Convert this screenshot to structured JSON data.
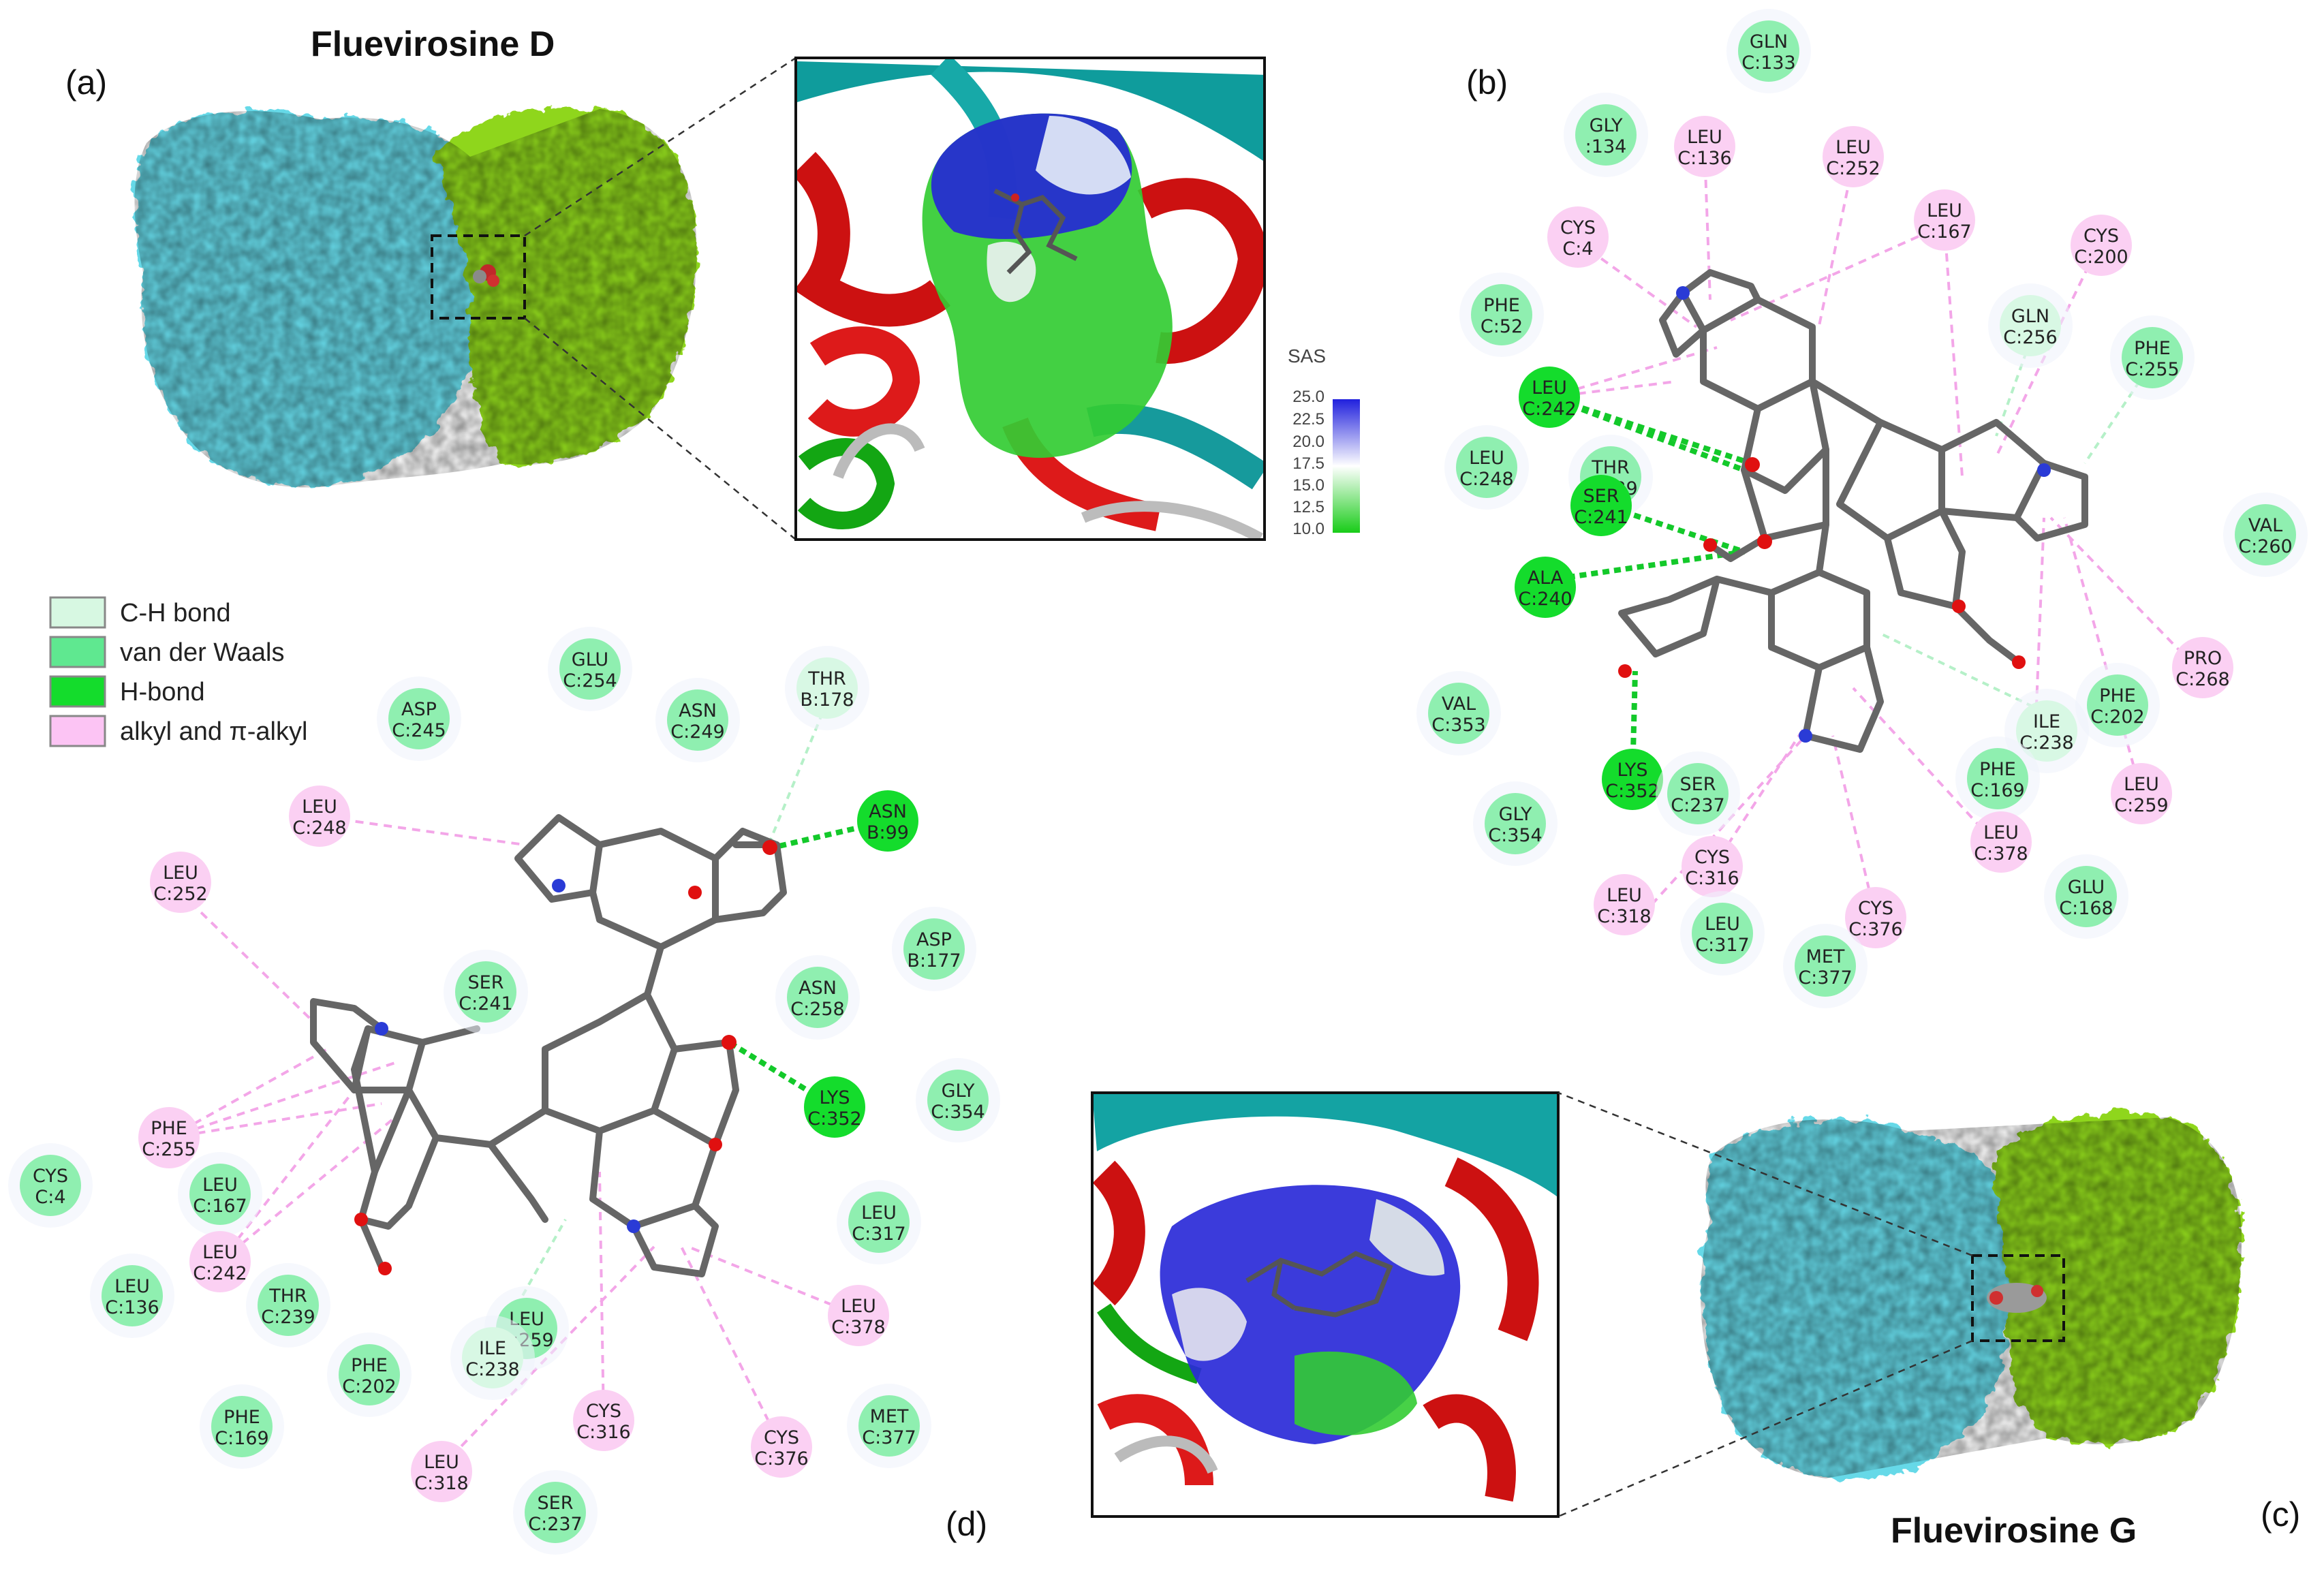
{
  "titles": {
    "top": "Fluevirosine D",
    "bottom": "Fluevirosine G"
  },
  "panel_labels": {
    "a": "(a)",
    "b": "(b)",
    "c": "(c)",
    "d": "(d)"
  },
  "legend": [
    {
      "label": "C-H bond",
      "color": "#d7f8e2"
    },
    {
      "label": "van der Waals",
      "color": "#5fe890"
    },
    {
      "label": "H-bond",
      "color": "#14dc2c"
    },
    {
      "label": "alkyl and π-alkyl",
      "color": "#fcc4f4"
    }
  ],
  "sas_scale": {
    "title": "SAS",
    "ticks": [
      "25.0",
      "22.5",
      "20.0",
      "17.5",
      "15.0",
      "12.5",
      "10.0"
    ],
    "colors": {
      "high": "#2020dd",
      "mid": "#ffffff",
      "low": "#18cc18"
    }
  },
  "interaction_colors": {
    "vdw": "#8fefb0",
    "hbond": "#14dc2c",
    "ch": "#d8f8e4",
    "alkyl": "#fbd0f3",
    "line_alkyl": "#f3a6e8",
    "line_hbond": "#13c92a",
    "line_ch": "#b5f0c8"
  },
  "protein_colors": {
    "chainA": "#66d9e8",
    "chainB": "#8fd61c"
  },
  "panel_b_residues": [
    {
      "l1": "GLN",
      "l2": "C:133",
      "type": "vdw"
    },
    {
      "l1": "GLY",
      "l2": ":134",
      "type": "vdw"
    },
    {
      "l1": "LEU",
      "l2": "C:136",
      "type": "alkyl"
    },
    {
      "l1": "LEU",
      "l2": "C:252",
      "type": "alkyl"
    },
    {
      "l1": "CYS",
      "l2": "C:4",
      "type": "alkyl"
    },
    {
      "l1": "LEU",
      "l2": "C:167",
      "type": "alkyl"
    },
    {
      "l1": "CYS",
      "l2": "C:200",
      "type": "alkyl"
    },
    {
      "l1": "PHE",
      "l2": "C:52",
      "type": "vdw"
    },
    {
      "l1": "GLN",
      "l2": "C:256",
      "type": "ch"
    },
    {
      "l1": "PHE",
      "l2": "C:255",
      "type": "vdw"
    },
    {
      "l1": "LEU",
      "l2": "C:242",
      "type": "hbond"
    },
    {
      "l1": "LEU",
      "l2": "C:248",
      "type": "vdw"
    },
    {
      "l1": "THR",
      "l2": "C:239",
      "type": "vdw"
    },
    {
      "l1": "SER",
      "l2": "C:241",
      "type": "hbond"
    },
    {
      "l1": "ALA",
      "l2": "C:240",
      "type": "hbond"
    },
    {
      "l1": "VAL",
      "l2": "C:260",
      "type": "vdw"
    },
    {
      "l1": "PRO",
      "l2": "C:268",
      "type": "alkyl"
    },
    {
      "l1": "VAL",
      "l2": "C:353",
      "type": "vdw"
    },
    {
      "l1": "ILE",
      "l2": "C:238",
      "type": "ch"
    },
    {
      "l1": "PHE",
      "l2": "C:202",
      "type": "vdw"
    },
    {
      "l1": "LYS",
      "l2": "C:352",
      "type": "hbond"
    },
    {
      "l1": "SER",
      "l2": "C:237",
      "type": "vdw"
    },
    {
      "l1": "PHE",
      "l2": "C:169",
      "type": "vdw"
    },
    {
      "l1": "LEU",
      "l2": "C:259",
      "type": "alkyl"
    },
    {
      "l1": "GLY",
      "l2": "C:354",
      "type": "vdw"
    },
    {
      "l1": "LEU",
      "l2": "C:378",
      "type": "alkyl"
    },
    {
      "l1": "CYS",
      "l2": "C:316",
      "type": "alkyl"
    },
    {
      "l1": "GLU",
      "l2": "C:168",
      "type": "vdw"
    },
    {
      "l1": "LEU",
      "l2": "C:318",
      "type": "alkyl"
    },
    {
      "l1": "CYS",
      "l2": "C:376",
      "type": "alkyl"
    },
    {
      "l1": "LEU",
      "l2": "C:317",
      "type": "vdw"
    },
    {
      "l1": "MET",
      "l2": "C:377",
      "type": "vdw"
    }
  ],
  "panel_d_residues": [
    {
      "l1": "GLU",
      "l2": "C:254",
      "type": "vdw"
    },
    {
      "l1": "ASP",
      "l2": "C:245",
      "type": "vdw"
    },
    {
      "l1": "ASN",
      "l2": "C:249",
      "type": "vdw"
    },
    {
      "l1": "THR",
      "l2": "B:178",
      "type": "ch"
    },
    {
      "l1": "LEU",
      "l2": "C:248",
      "type": "alkyl"
    },
    {
      "l1": "ASN",
      "l2": "B:99",
      "type": "hbond"
    },
    {
      "l1": "LEU",
      "l2": "C:252",
      "type": "alkyl"
    },
    {
      "l1": "ASP",
      "l2": "B:177",
      "type": "vdw"
    },
    {
      "l1": "SER",
      "l2": "C:241",
      "type": "vdw"
    },
    {
      "l1": "ASN",
      "l2": "C:258",
      "type": "vdw"
    },
    {
      "l1": "LYS",
      "l2": "C:352",
      "type": "hbond"
    },
    {
      "l1": "GLY",
      "l2": "C:354",
      "type": "vdw"
    },
    {
      "l1": "PHE",
      "l2": "C:255",
      "type": "alkyl"
    },
    {
      "l1": "LEU",
      "l2": "C:167",
      "type": "vdw"
    },
    {
      "l1": "CYS",
      "l2": "C:4",
      "type": "vdw"
    },
    {
      "l1": "LEU",
      "l2": "C:242",
      "type": "alkyl"
    },
    {
      "l1": "LEU",
      "l2": "C:317",
      "type": "vdw"
    },
    {
      "l1": "LEU",
      "l2": "C:136",
      "type": "vdw"
    },
    {
      "l1": "THR",
      "l2": "C:239",
      "type": "vdw"
    },
    {
      "l1": "LEU",
      "l2": "C:259",
      "type": "vdw"
    },
    {
      "l1": "ILE",
      "l2": "C:238",
      "type": "ch"
    },
    {
      "l1": "LEU",
      "l2": "C:378",
      "type": "alkyl"
    },
    {
      "l1": "PHE",
      "l2": "C:202",
      "type": "vdw"
    },
    {
      "l1": "PHE",
      "l2": "C:169",
      "type": "vdw"
    },
    {
      "l1": "CYS",
      "l2": "C:316",
      "type": "alkyl"
    },
    {
      "l1": "CYS",
      "l2": "C:376",
      "type": "alkyl"
    },
    {
      "l1": "MET",
      "l2": "C:377",
      "type": "vdw"
    },
    {
      "l1": "LEU",
      "l2": "C:318",
      "type": "alkyl"
    },
    {
      "l1": "SER",
      "l2": "C:237",
      "type": "vdw"
    }
  ]
}
